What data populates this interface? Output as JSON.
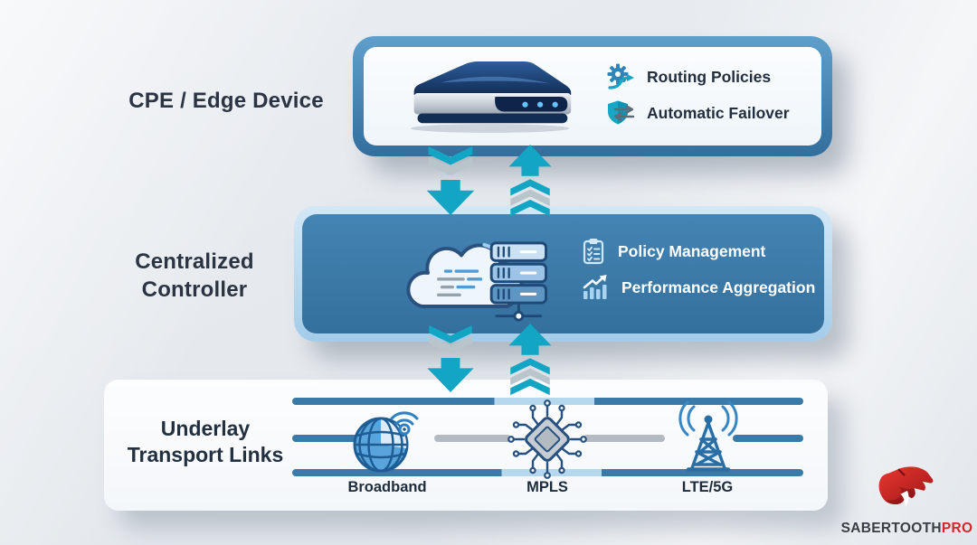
{
  "sections": {
    "cpe": {
      "label": "CPE / Edge Device",
      "features": [
        {
          "icon": "gear-route-icon",
          "label": "Routing Policies"
        },
        {
          "icon": "shield-failover-icon",
          "label": "Automatic Failover"
        }
      ]
    },
    "controller": {
      "label": "Centralized\nController",
      "features": [
        {
          "icon": "clipboard-checklist-icon",
          "label": "Policy Management"
        },
        {
          "icon": "chart-growth-icon",
          "label": "Performance Aggregation"
        }
      ]
    },
    "underlay": {
      "label": "Underlay\nTransport Links",
      "links": [
        {
          "icon": "globe-wifi-icon",
          "label": "Broadband"
        },
        {
          "icon": "chip-circuit-icon",
          "label": "MPLS"
        },
        {
          "icon": "cell-tower-icon",
          "label": "LTE/5G"
        }
      ]
    }
  },
  "logo": {
    "brand": "SABERTOOTH",
    "suffix": "PRO"
  },
  "colors": {
    "accent_teal": "#12a5c4",
    "rail_blue": "#3a7aa9",
    "rail_light": "#b5d8ee",
    "rail_gray": "#b3bac2",
    "box_blue": "#3d7dac",
    "frame_light": "#bcdcf2",
    "text_dark": "#2b3544",
    "logo_red": "#d6252b"
  }
}
